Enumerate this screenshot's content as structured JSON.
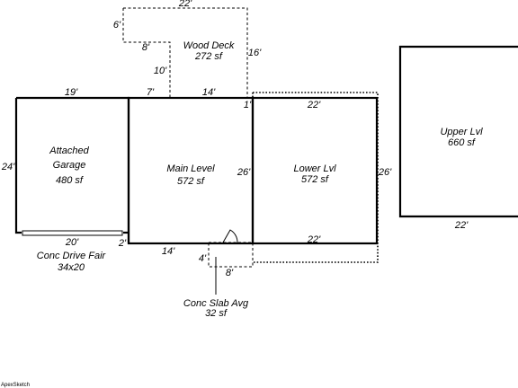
{
  "rooms": {
    "garage": {
      "name_line1": "Attached",
      "name_line2": "Garage",
      "area": "480 sf"
    },
    "main": {
      "name": "Main Level",
      "area": "572 sf"
    },
    "lower": {
      "name": "Lower Lvl",
      "area": "572 sf"
    },
    "upper": {
      "name": "Upper Lvl",
      "area": "660 sf"
    },
    "deck": {
      "name": "Wood Deck",
      "area": "272 sf"
    },
    "drive": {
      "name": "Conc Drive Fair",
      "size": "34x20"
    },
    "slab": {
      "name": "Conc Slab Avg",
      "area": "32 sf"
    }
  },
  "dims": {
    "deck_top": "22'",
    "deck_left_small": "6'",
    "deck_notch": "8'",
    "deck_left_lower": "10'",
    "deck_right": "16'",
    "garage_top": "19'",
    "main_top_left": "7'",
    "main_top": "14'",
    "main_top_right": "1'",
    "lower_top": "22'",
    "garage_left": "24'",
    "main_right": "26'",
    "lower_right": "26'",
    "garage_bottom": "20'",
    "garage_bottom_small": "2'",
    "main_bottom": "14'",
    "slab_left": "4'",
    "slab_bottom": "8'",
    "lower_bottom": "22'",
    "upper_bottom": "22'"
  },
  "watermark": "ApexSketch"
}
